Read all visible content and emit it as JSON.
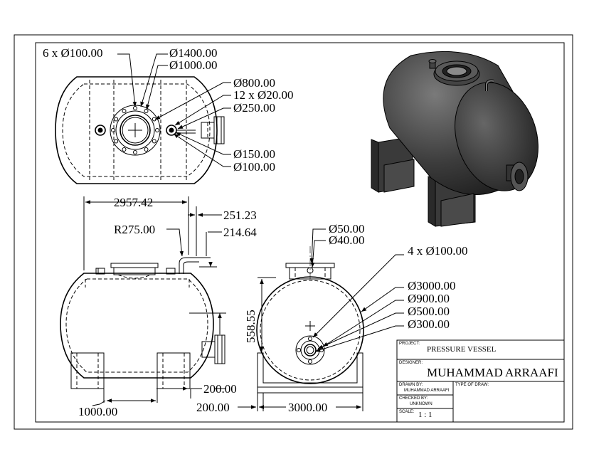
{
  "dimensions": {
    "top_holes": "6 x Ø100.00",
    "d1400": "Ø1400.00",
    "d1000": "Ø1000.00",
    "d800": "Ø800.00",
    "bolt_holes": "12 x Ø20.00",
    "d250": "Ø250.00",
    "d150": "Ø150.00",
    "d100": "Ø100.00",
    "length": "2957.42",
    "offset_251": "251.23",
    "offset_214": "214.64",
    "radius": "R275.00",
    "d50": "Ø50.00",
    "d40": "Ø40.00",
    "four_holes": "4 x Ø100.00",
    "d3000": "Ø3000.00",
    "d900": "Ø900.00",
    "d500": "Ø500.00",
    "d300": "Ø300.00",
    "height": "558.55",
    "saddle_200_right": "200.00",
    "saddle_200_bottom": "200.00",
    "saddle_spacing": "1000.00",
    "width": "3000.00"
  },
  "title_block": {
    "project_label": "PROJECT:",
    "project_value": "PRESSURE VESSEL",
    "designer_label": "DESIGNER:",
    "designer_value": "MUHAMMAD ARRAAFI",
    "drawn_by_label": "DRAWN BY:",
    "drawn_by_value": "MUHAMMAD ARRAAFI",
    "checked_by_label": "CHECKED BY:",
    "checked_by_value": "UNKNOWN",
    "scale_label": "SCALE:",
    "scale_value": "1 : 1",
    "type_label": "TYPE OF DRAW:"
  },
  "colors": {
    "line": "#000000",
    "shade_dark": "#2a2a2a",
    "shade_mid": "#555555",
    "shade_light": "#8a8a8a"
  }
}
